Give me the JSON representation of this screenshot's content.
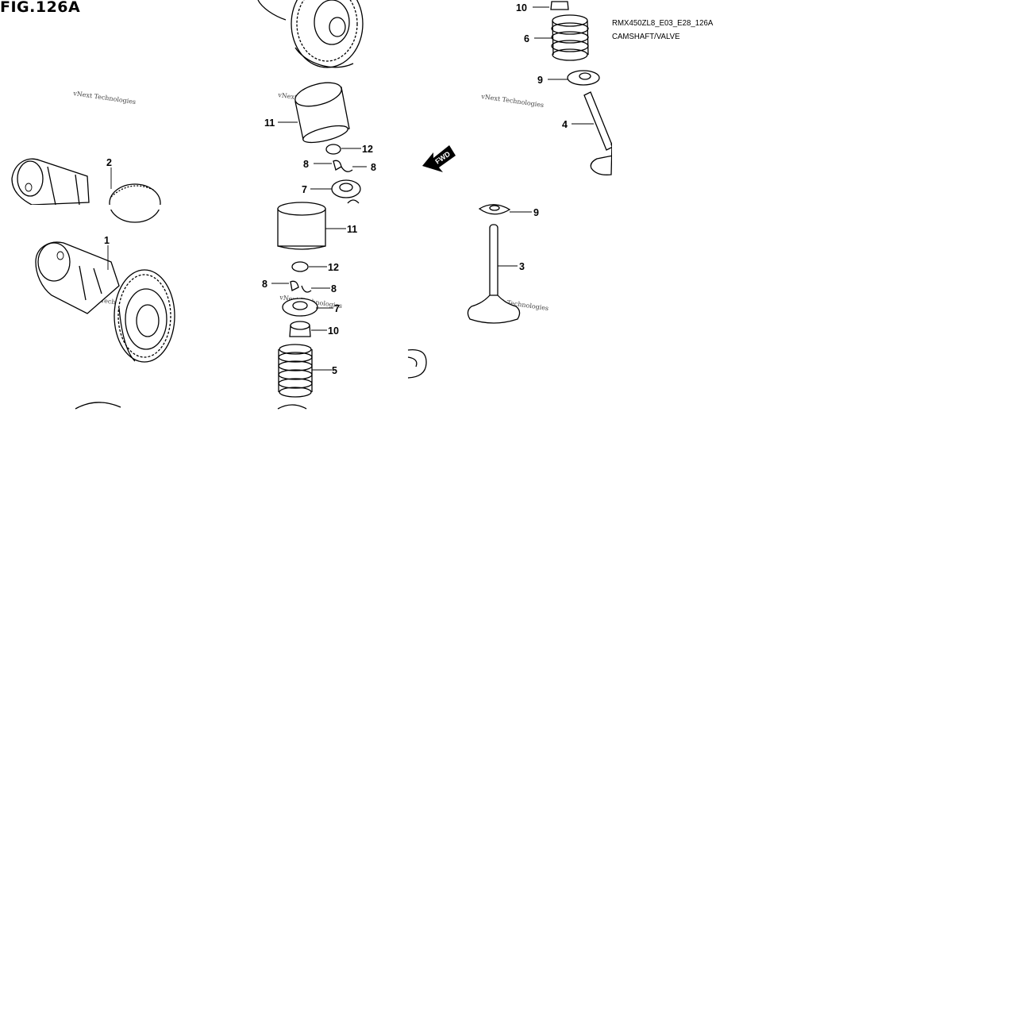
{
  "figure": {
    "title": "FIG.126A",
    "code": "RMX450ZL8_E03_E28_126A",
    "subtitle": "CAMSHAFT/VALVE"
  },
  "watermark": "vNext Technologies",
  "fwd_label": "FWD",
  "callouts": {
    "c1": "1",
    "c2": "2",
    "c3": "3",
    "c4": "4",
    "c5": "5",
    "c6": "6",
    "c7a": "7",
    "c7b": "7",
    "c8a": "8",
    "c8b": "8",
    "c8c": "8",
    "c8d": "8",
    "c9a": "9",
    "c9b": "9",
    "c10a": "10",
    "c10b": "10",
    "c11a": "11",
    "c11b": "11",
    "c12a": "12",
    "c12b": "12"
  },
  "parts": [
    {
      "no": "1",
      "name": "camshaft"
    },
    {
      "no": "2",
      "name": "camshaft"
    },
    {
      "no": "3",
      "name": "valve"
    },
    {
      "no": "4",
      "name": "valve"
    },
    {
      "no": "5",
      "name": "valve spring"
    },
    {
      "no": "6",
      "name": "valve spring"
    },
    {
      "no": "7",
      "name": "spring retainer"
    },
    {
      "no": "8",
      "name": "cotter"
    },
    {
      "no": "9",
      "name": "spring seat"
    },
    {
      "no": "10",
      "name": "oil seal"
    },
    {
      "no": "11",
      "name": "tappet"
    },
    {
      "no": "12",
      "name": "shim"
    }
  ]
}
